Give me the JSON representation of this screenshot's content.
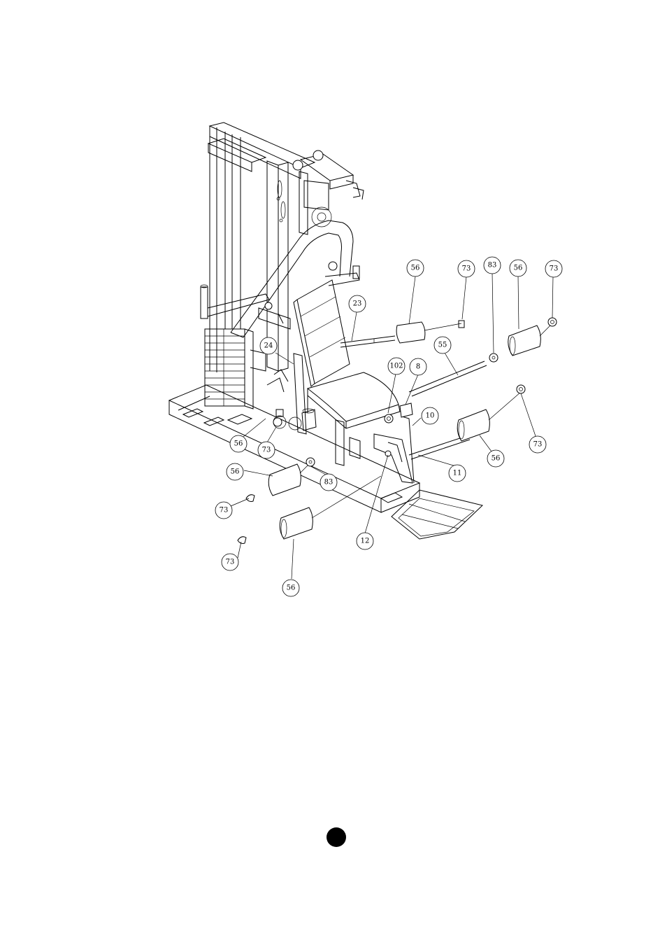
{
  "callouts": [
    {
      "label": "56"
    },
    {
      "label": "73"
    },
    {
      "label": "83"
    },
    {
      "label": "56"
    },
    {
      "label": "73"
    },
    {
      "label": "23"
    },
    {
      "label": "55"
    },
    {
      "label": "24"
    },
    {
      "label": "102"
    },
    {
      "label": "8"
    },
    {
      "label": "10"
    },
    {
      "label": "56"
    },
    {
      "label": "73"
    },
    {
      "label": "56"
    },
    {
      "label": "73"
    },
    {
      "label": "11"
    },
    {
      "label": "56"
    },
    {
      "label": "83"
    },
    {
      "label": "73"
    },
    {
      "label": "12"
    },
    {
      "label": "73"
    },
    {
      "label": "56"
    }
  ],
  "page_marker": "filled-circle"
}
